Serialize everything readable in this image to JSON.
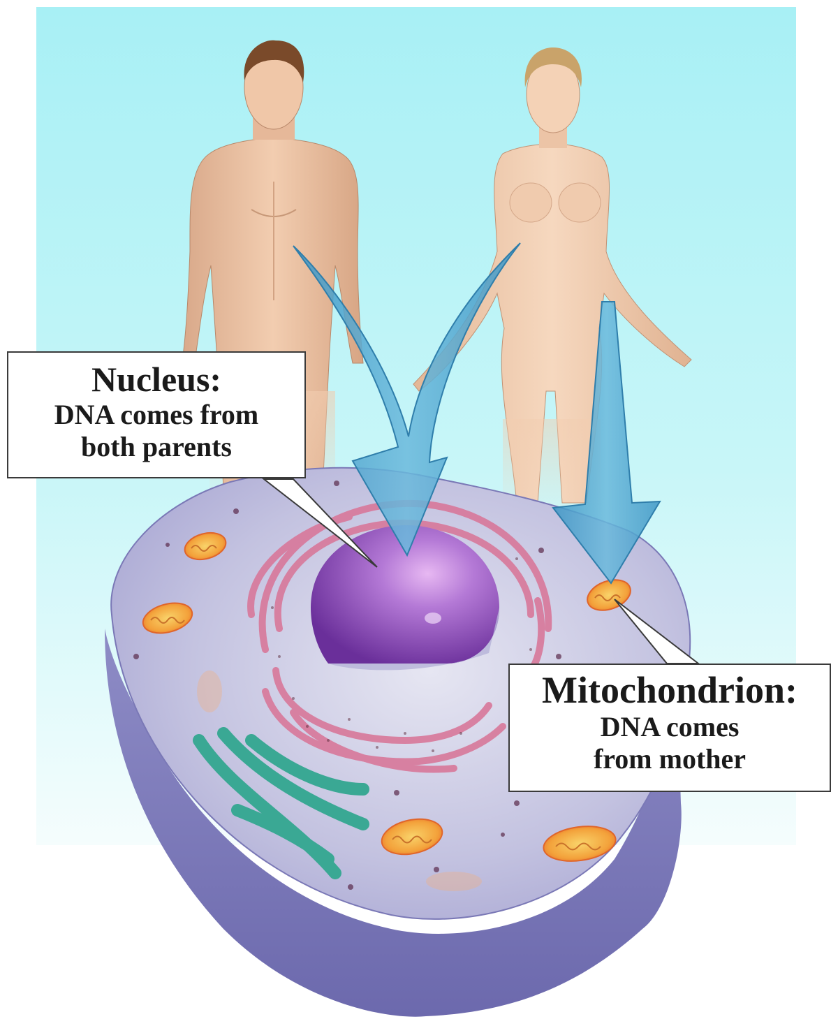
{
  "colors": {
    "background_top": "#a8f0f5",
    "background_bottom": "#eafcfd",
    "cell_body": "#8f8dc4",
    "nucleus": "#8a4cb8",
    "golgi_er": "#d8789a",
    "smooth_er": "#3aa894",
    "mitochondrion": "#f08a2c",
    "arrow": "#4ea6cc",
    "skin": "#f0c8a6"
  },
  "figures": {
    "male": {
      "icon": "male-figure-illustration"
    },
    "female": {
      "icon": "female-figure-illustration"
    }
  },
  "callouts": {
    "nucleus": {
      "heading": "Nucleus:",
      "line1": "DNA comes from",
      "line2": "both parents"
    },
    "mitochondrion": {
      "heading": "Mitochondrion:",
      "line1": "DNA comes",
      "line2": "from mother"
    }
  }
}
